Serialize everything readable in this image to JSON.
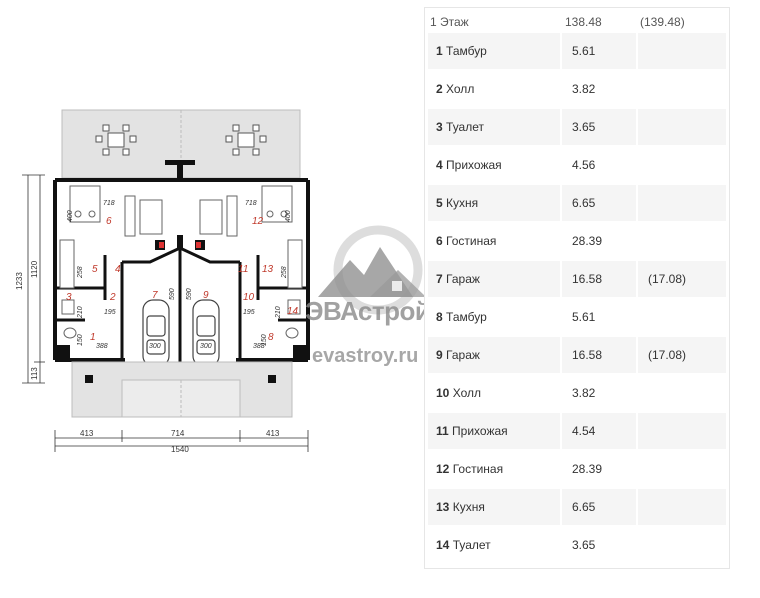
{
  "plan": {
    "room_numbers": [
      "1",
      "2",
      "3",
      "4",
      "5",
      "6",
      "7",
      "8",
      "9",
      "10",
      "11",
      "12",
      "13",
      "14"
    ],
    "room_dims": {
      "d718a": "718",
      "d718b": "718",
      "d400a": "400",
      "d400b": "400",
      "d258a": "258",
      "d258b": "258",
      "d210a": "210",
      "d210b": "210",
      "d195a": "195",
      "d195b": "195",
      "d150a": "150",
      "d150b": "150",
      "d388a": "388",
      "d388b": "388",
      "d590a": "590",
      "d590b": "590",
      "d300a": "300",
      "d300b": "300"
    },
    "dims_bottom": {
      "left": "413",
      "mid": "714",
      "right": "413",
      "total": "1540"
    },
    "dims_left": {
      "total": "1233",
      "upper": "1120",
      "lower": "113"
    }
  },
  "watermark": {
    "brand": "ЭВАстрой",
    "url": "evastroy.ru"
  },
  "table": {
    "header": {
      "floor": "1 Этаж",
      "area": "138.48",
      "area_alt": "(139.48)"
    },
    "rows": [
      {
        "num": "1",
        "name": "Тамбур",
        "area": "5.61",
        "alt": ""
      },
      {
        "num": "2",
        "name": "Холл",
        "area": "3.82",
        "alt": ""
      },
      {
        "num": "3",
        "name": "Туалет",
        "area": "3.65",
        "alt": ""
      },
      {
        "num": "4",
        "name": "Прихожая",
        "area": "4.56",
        "alt": ""
      },
      {
        "num": "5",
        "name": "Кухня",
        "area": "6.65",
        "alt": ""
      },
      {
        "num": "6",
        "name": "Гостиная",
        "area": "28.39",
        "alt": ""
      },
      {
        "num": "7",
        "name": "Гараж",
        "area": "16.58",
        "alt": "(17.08)"
      },
      {
        "num": "8",
        "name": "Тамбур",
        "area": "5.61",
        "alt": ""
      },
      {
        "num": "9",
        "name": "Гараж",
        "area": "16.58",
        "alt": "(17.08)"
      },
      {
        "num": "10",
        "name": "Холл",
        "area": "3.82",
        "alt": ""
      },
      {
        "num": "11",
        "name": "Прихожая",
        "area": "4.54",
        "alt": ""
      },
      {
        "num": "12",
        "name": "Гостиная",
        "area": "28.39",
        "alt": ""
      },
      {
        "num": "13",
        "name": "Кухня",
        "area": "6.65",
        "alt": ""
      },
      {
        "num": "14",
        "name": "Туалет",
        "area": "3.65",
        "alt": ""
      }
    ]
  }
}
